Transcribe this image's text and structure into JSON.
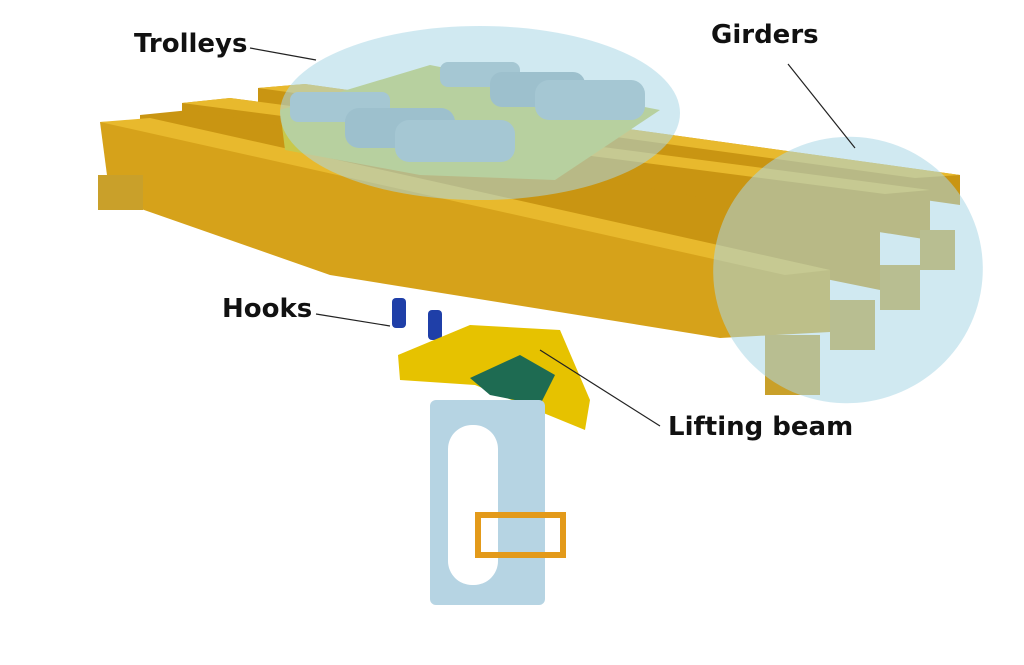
{
  "labels": {
    "trolleys": "Trolleys",
    "girders": "Girders",
    "hooks": "Hooks",
    "lifting_beam": "Lifting beam"
  },
  "colors": {
    "girder": "#d6a21a",
    "girder_shadow": "#b98a0f",
    "girder_top": "#e8b92d",
    "highlight": "#a9d7e5",
    "trolley": "#9fb3bd",
    "trolley_frame": "#c8c84a",
    "hook": "#1f3fa8",
    "lifting_beam": "#e6c200",
    "lifting_bracket": "#1e6b52",
    "component": "#b6d4e3",
    "frame": "#e39a1a"
  }
}
